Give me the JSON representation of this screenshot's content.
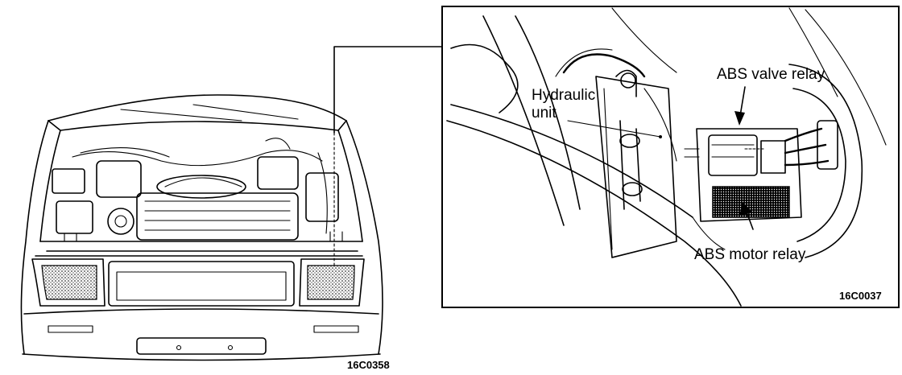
{
  "figure": {
    "left_code": "16C0358",
    "right_code": "16C0037"
  },
  "labels": {
    "hydraulic_unit_line1": "Hydraulic",
    "hydraulic_unit_line2": "unit",
    "abs_valve_relay": "ABS valve relay",
    "abs_motor_relay": "ABS motor relay"
  },
  "icons": {
    "car": "car-engine-bay-drawing",
    "detail": "abs-relay-detail-drawing"
  }
}
